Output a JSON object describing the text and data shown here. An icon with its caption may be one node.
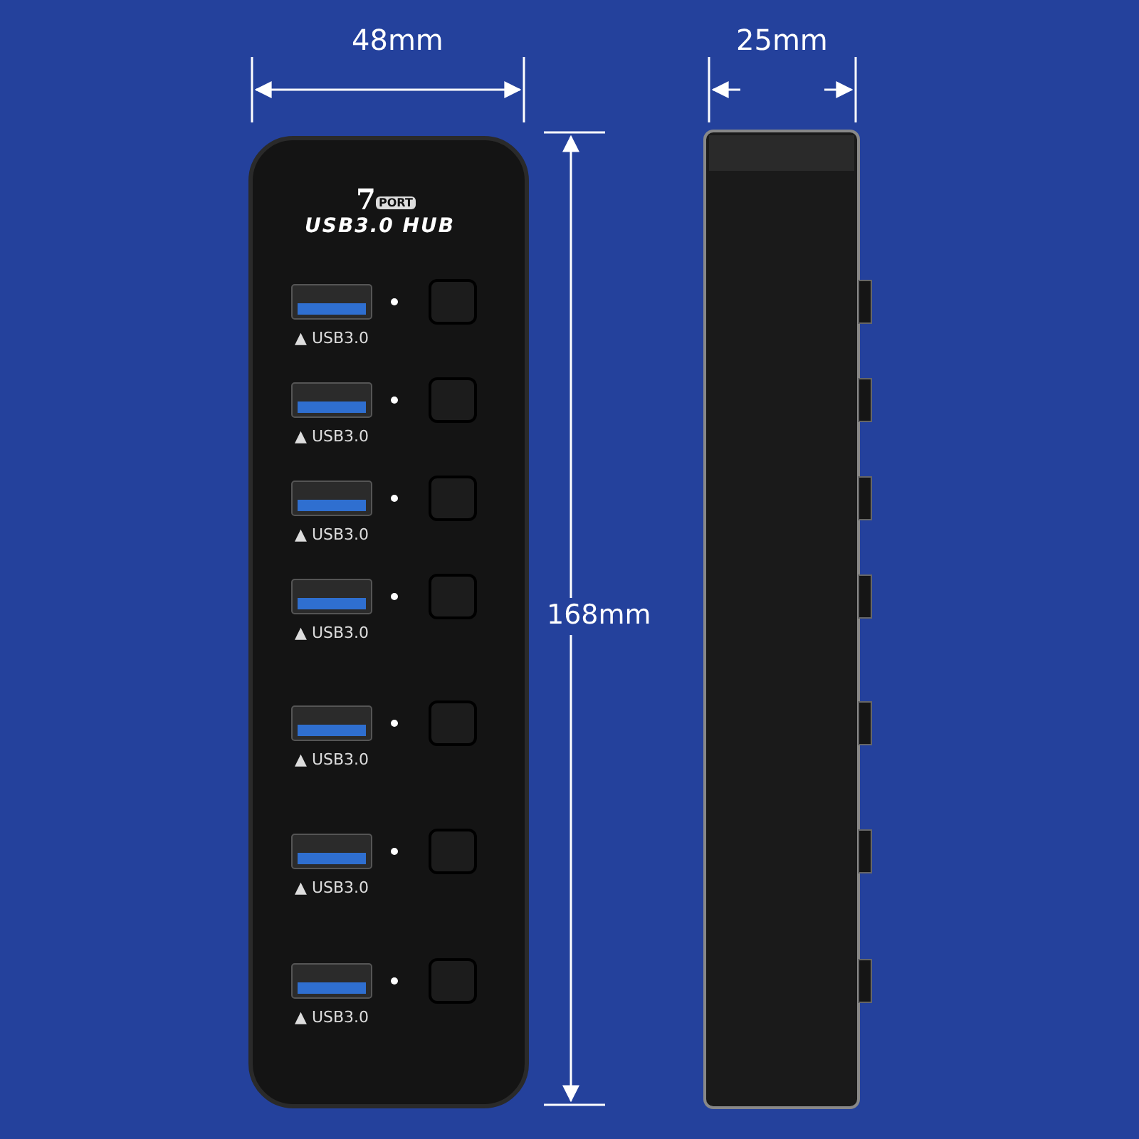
{
  "diagram": {
    "labels": [
      "48mm",
      "25mm",
      "7",
      "PORT",
      "USB3.0 HUB",
      "▲ USB3.0",
      "▲ USB3.0",
      "▲ USB3.0",
      "▲ USB3.0",
      "168mm",
      "▲ USB3.0",
      "▲ USB3.0",
      "▲ USB3.0"
    ]
  }
}
